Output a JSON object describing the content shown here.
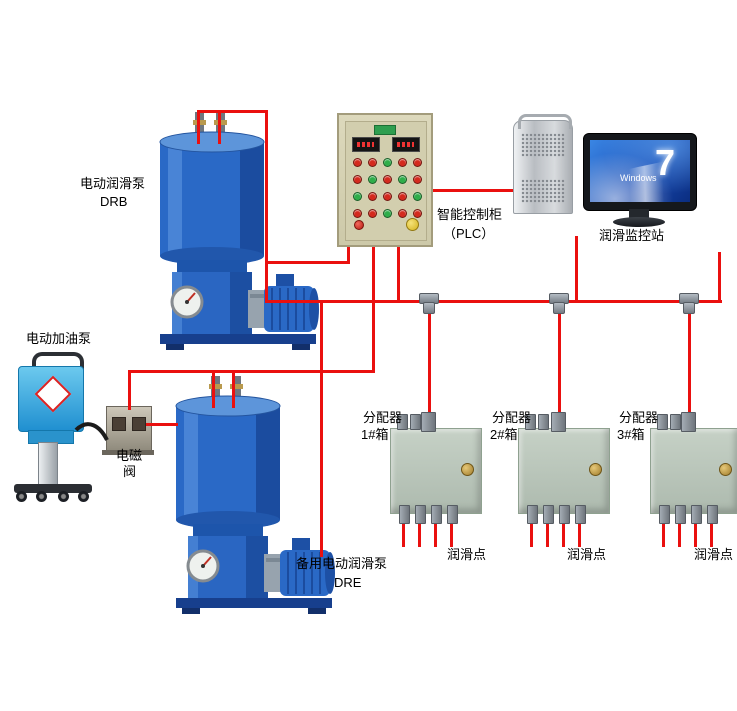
{
  "colors": {
    "pipe_red": "#ea100f",
    "pump_blue": "#2a69c6",
    "cabinet_beige": "#d8d4b6",
    "distributor_gray_green": "#b5c2b5",
    "screen_blue": "#1a4cb4",
    "oil_pump_cyan": "#35aee0",
    "light_red": "#d42a1e",
    "light_green": "#2fae4a"
  },
  "labels": {
    "main_pump": {
      "name": "电动润滑泵",
      "model": "DRB"
    },
    "oil_pump": "电动加油泵",
    "solenoid_valve": {
      "line1": "电磁",
      "line2": "阀"
    },
    "backup_pump": {
      "name": "备用电动润滑泵",
      "model": "DRE"
    },
    "control_cabinet": {
      "line1": "智能控制柜",
      "line2": "（PLC）"
    },
    "monitor_station": "润滑监控站",
    "screen": {
      "brand": "Windows",
      "version": "7"
    }
  },
  "distributors": [
    {
      "name": "分配器",
      "box": "1#箱",
      "point_label": "润滑点"
    },
    {
      "name": "分配器",
      "box": "2#箱",
      "point_label": "润滑点"
    },
    {
      "name": "分配器",
      "box": "3#箱",
      "point_label": "润滑点"
    }
  ],
  "cabinet_lights": {
    "rows": [
      [
        "red",
        "red",
        "green",
        "red",
        "red"
      ],
      [
        "red",
        "green",
        "red",
        "green",
        "red"
      ],
      [
        "green",
        "red",
        "red",
        "red",
        "green"
      ],
      [
        "red",
        "red",
        "green",
        "red",
        "red"
      ]
    ]
  }
}
